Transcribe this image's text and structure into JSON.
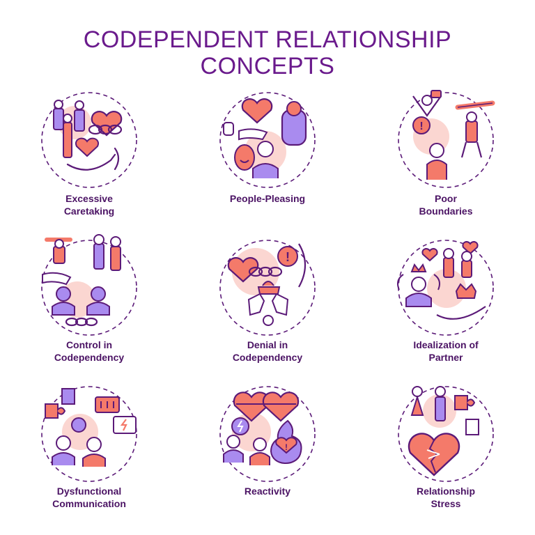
{
  "title": {
    "line1": "CODEPENDENT RELATIONSHIP",
    "line2": "CONCEPTS"
  },
  "colors": {
    "title": "#6a1a8c",
    "label": "#4b1364",
    "outline": "#5b1a78",
    "coral": "#f47a6a",
    "purple": "#a98bef",
    "blush": "#fbd6d1"
  },
  "concepts": [
    {
      "label_line1": "Excessive",
      "label_line2": "Caretaking",
      "icon": "heart-chain-hand-icon"
    },
    {
      "label_line1": "People-Pleasing",
      "label_line2": "",
      "icon": "heart-mask-people-icon"
    },
    {
      "label_line1": "Poor",
      "label_line2": "Boundaries",
      "icon": "puppet-alert-icon"
    },
    {
      "label_line1": "Control in",
      "label_line2": "Codependency",
      "icon": "puppet-hand-chain-icon"
    },
    {
      "label_line1": "Denial in",
      "label_line2": "Codependency",
      "icon": "hands-cover-eyes-icon"
    },
    {
      "label_line1": "Idealization of",
      "label_line2": "Partner",
      "icon": "crown-hearts-icon"
    },
    {
      "label_line1": "Dysfunctional",
      "label_line2": "Communication",
      "icon": "speech-bubble-puzzle-icon"
    },
    {
      "label_line1": "Reactivity",
      "label_line2": "",
      "icon": "lightning-heart-fire-icon"
    },
    {
      "label_line1": "Relationship",
      "label_line2": "Stress",
      "icon": "broken-heart-puzzle-icon"
    }
  ]
}
